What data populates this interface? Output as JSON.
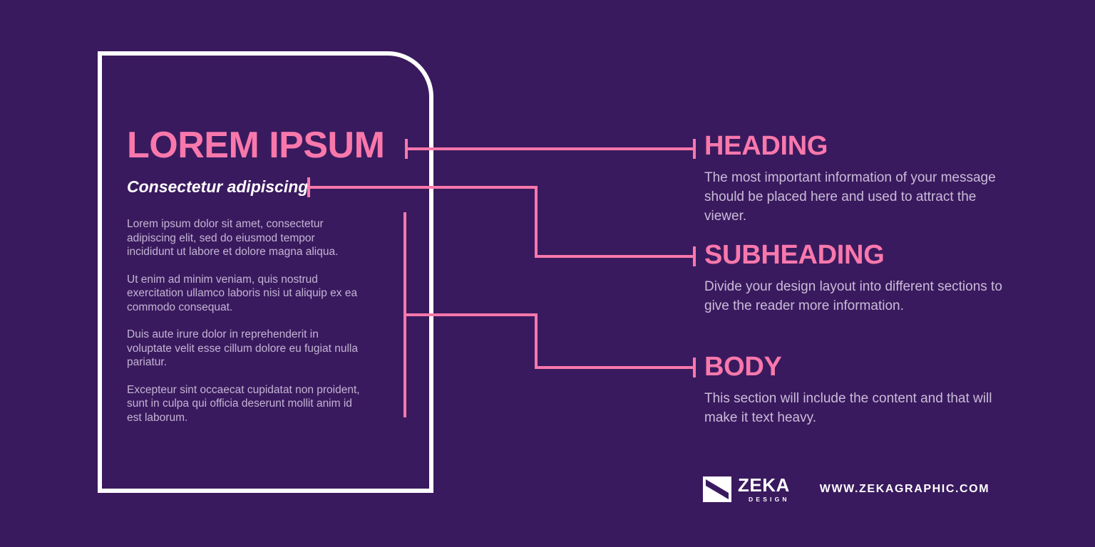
{
  "colors": {
    "background": "#3a1a5e",
    "accent_pink": "#f978ac",
    "frame_white": "#ffffff",
    "body_text": "#c2b4d4",
    "right_body_text": "#c9bcd9"
  },
  "left_panel": {
    "title": "LOREM IPSUM",
    "subtitle": "Consectetur adipiscing",
    "paragraphs": [
      "Lorem ipsum dolor sit amet, consectetur adipiscing elit, sed do eiusmod tempor incididunt ut labore et dolore magna aliqua.",
      "Ut enim ad minim veniam, quis nostrud exercitation ullamco laboris nisi ut aliquip ex ea commodo consequat.",
      "Duis aute irure dolor in reprehenderit in voluptate velit esse cillum dolore eu fugiat nulla pariatur.",
      "Excepteur sint occaecat cupidatat non proident, sunt in culpa qui officia deserunt mollit anim id est laborum."
    ]
  },
  "annotations": [
    {
      "title": "HEADING",
      "body": "The most important information of your message should be placed here and used to attract the viewer."
    },
    {
      "title": "SUBHEADING",
      "body": "Divide your design layout into different sections to give the reader more information."
    },
    {
      "title": "BODY",
      "body": "This section will include the content and that will make it text heavy."
    }
  ],
  "footer": {
    "logo_name": "ZEKA",
    "logo_tagline": "DESIGN",
    "url": "WWW.ZEKAGRAPHIC.COM"
  }
}
